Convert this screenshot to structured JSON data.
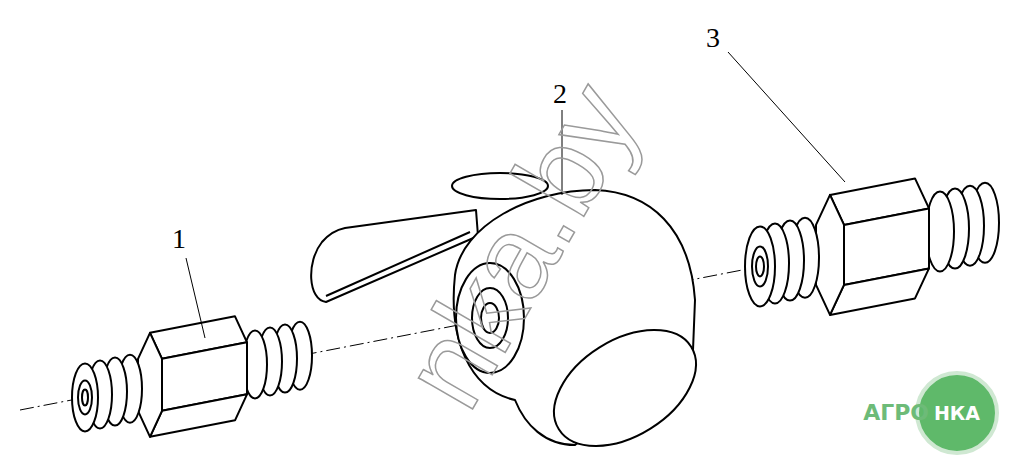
{
  "diagram": {
    "labels": [
      "1",
      "2",
      "3",
      "nka.by",
      "АГРО",
      "НКА"
    ]
  }
}
